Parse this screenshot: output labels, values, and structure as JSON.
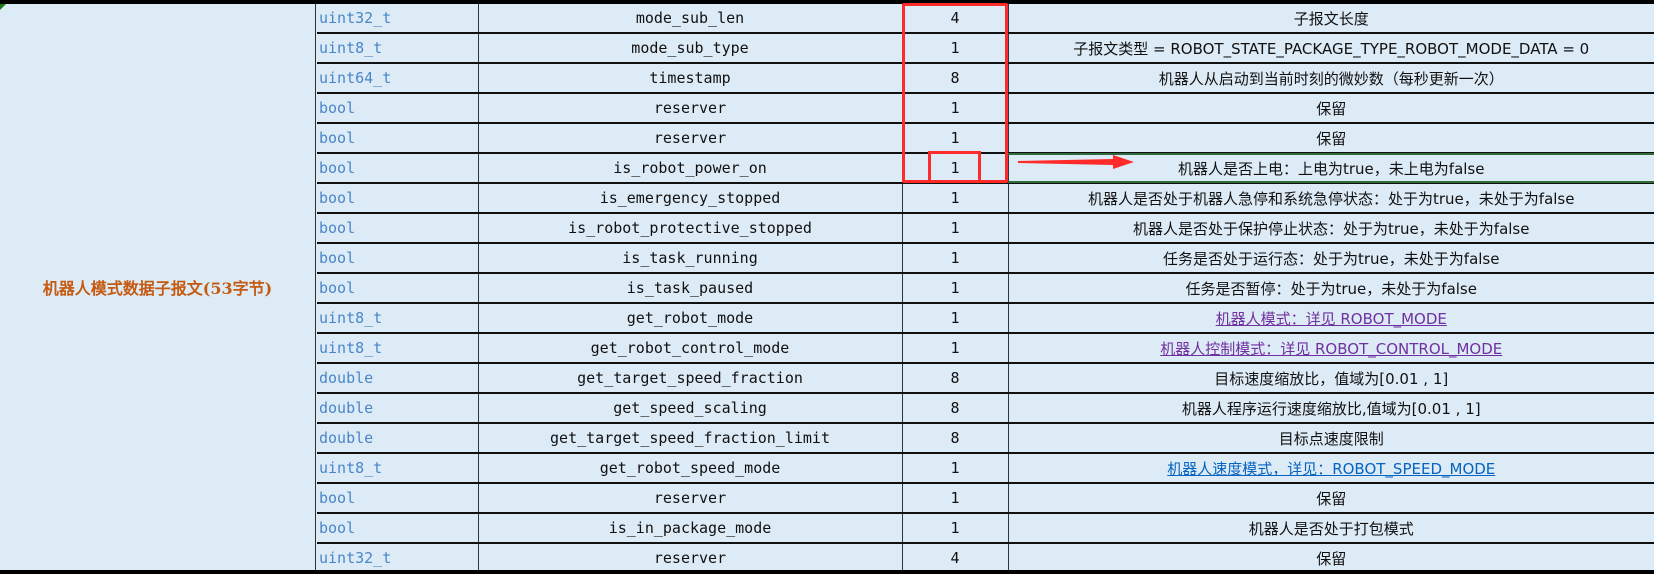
{
  "group_label": "机器人模式数据子报文(53字节)",
  "colors": {
    "highlight": "#ff2a2a",
    "type_text": "#4a86c8",
    "group_text": "#c55a11",
    "link_purple": "#7030a0",
    "link_blue": "#0563c1"
  },
  "rows": [
    {
      "type": "uint32_t",
      "name": "mode_sub_len",
      "size": "4",
      "desc": "子报文长度"
    },
    {
      "type": "uint8_t",
      "name": "mode_sub_type",
      "size": "1",
      "desc": "子报文类型 = ROBOT_STATE_PACKAGE_TYPE_ROBOT_MODE_DATA = 0"
    },
    {
      "type": "uint64_t",
      "name": "timestamp",
      "size": "8",
      "desc": "机器人从启动到当前时刻的微妙数（每秒更新一次）"
    },
    {
      "type": "bool",
      "name": "reserver",
      "size": "1",
      "desc": "保留"
    },
    {
      "type": "bool",
      "name": "reserver",
      "size": "1",
      "desc": "保留"
    },
    {
      "type": "bool",
      "name": "is_robot_power_on",
      "size": "1",
      "desc": "机器人是否上电：上电为true，未上电为false"
    },
    {
      "type": "bool",
      "name": "is_emergency_stopped",
      "size": "1",
      "desc": "机器人是否处于机器人急停和系统急停状态：处于为true，未处于为false"
    },
    {
      "type": "bool",
      "name": "is_robot_protective_stopped",
      "size": "1",
      "desc": "机器人是否处于保护停止状态：处于为true，未处于为false"
    },
    {
      "type": "bool",
      "name": "is_task_running",
      "size": "1",
      "desc": "任务是否处于运行态：处于为true，未处于为false"
    },
    {
      "type": "bool",
      "name": "is_task_paused",
      "size": "1",
      "desc": "任务是否暂停：处于为true，未处于为false"
    },
    {
      "type": "uint8_t",
      "name": "get_robot_mode",
      "size": "1",
      "desc": "机器人模式：详见 ROBOT_MODE",
      "link": "purple"
    },
    {
      "type": "uint8_t",
      "name": "get_robot_control_mode",
      "size": "1",
      "desc": "机器人控制模式：详见 ROBOT_CONTROL_MODE",
      "link": "purple"
    },
    {
      "type": "double",
      "name": "get_target_speed_fraction",
      "size": "8",
      "desc": "目标速度缩放比，值域为[0.01 , 1]"
    },
    {
      "type": "double",
      "name": "get_speed_scaling",
      "size": "8",
      "desc": "机器人程序运行速度缩放比,值域为[0.01 , 1]"
    },
    {
      "type": "double",
      "name": "get_target_speed_fraction_limit",
      "size": "8",
      "desc": "目标点速度限制"
    },
    {
      "type": "uint8_t",
      "name": "get_robot_speed_mode",
      "size": "1",
      "desc": "机器人速度模式，详见：ROBOT_SPEED_MODE",
      "link": "blue"
    },
    {
      "type": "bool",
      "name": "reserver",
      "size": "1",
      "desc": "保留"
    },
    {
      "type": "bool",
      "name": "is_in_package_mode",
      "size": "1",
      "desc": "机器人是否处于打包模式"
    },
    {
      "type": "uint32_t",
      "name": "reserver",
      "size": "4",
      "desc": "保留"
    }
  ]
}
